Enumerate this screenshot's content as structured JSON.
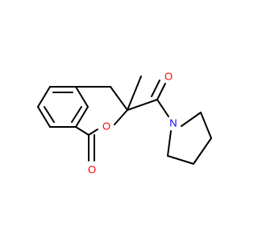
{
  "molecule": {
    "atoms": [
      {
        "id": "o_ketone",
        "symbol": "O",
        "color": "#ff0000"
      },
      {
        "id": "n_pyrrolidine",
        "symbol": "N",
        "color": "#0000ff"
      },
      {
        "id": "o_ring",
        "symbol": "O",
        "color": "#ff0000"
      },
      {
        "id": "o_lactone",
        "symbol": "O",
        "color": "#ff0000"
      }
    ],
    "bond_color": "#000000"
  }
}
